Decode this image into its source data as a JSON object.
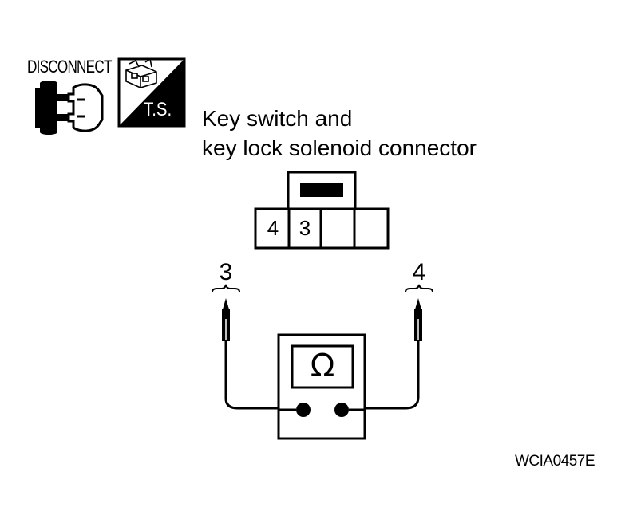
{
  "header": {
    "disconnect_label": "DISCONNECT",
    "ts_label": "T.S."
  },
  "connector": {
    "caption_line1": "Key switch and",
    "caption_line2": "key lock solenoid connector",
    "pins": [
      "4",
      "3",
      "",
      ""
    ]
  },
  "probes": {
    "left_label": "3",
    "right_label": "4"
  },
  "meter": {
    "symbol": "Ω",
    "icon": "ohmmeter-icon"
  },
  "footer": {
    "ref_code": "WCIA0457E"
  },
  "colors": {
    "line": "#000000",
    "background": "#ffffff"
  }
}
